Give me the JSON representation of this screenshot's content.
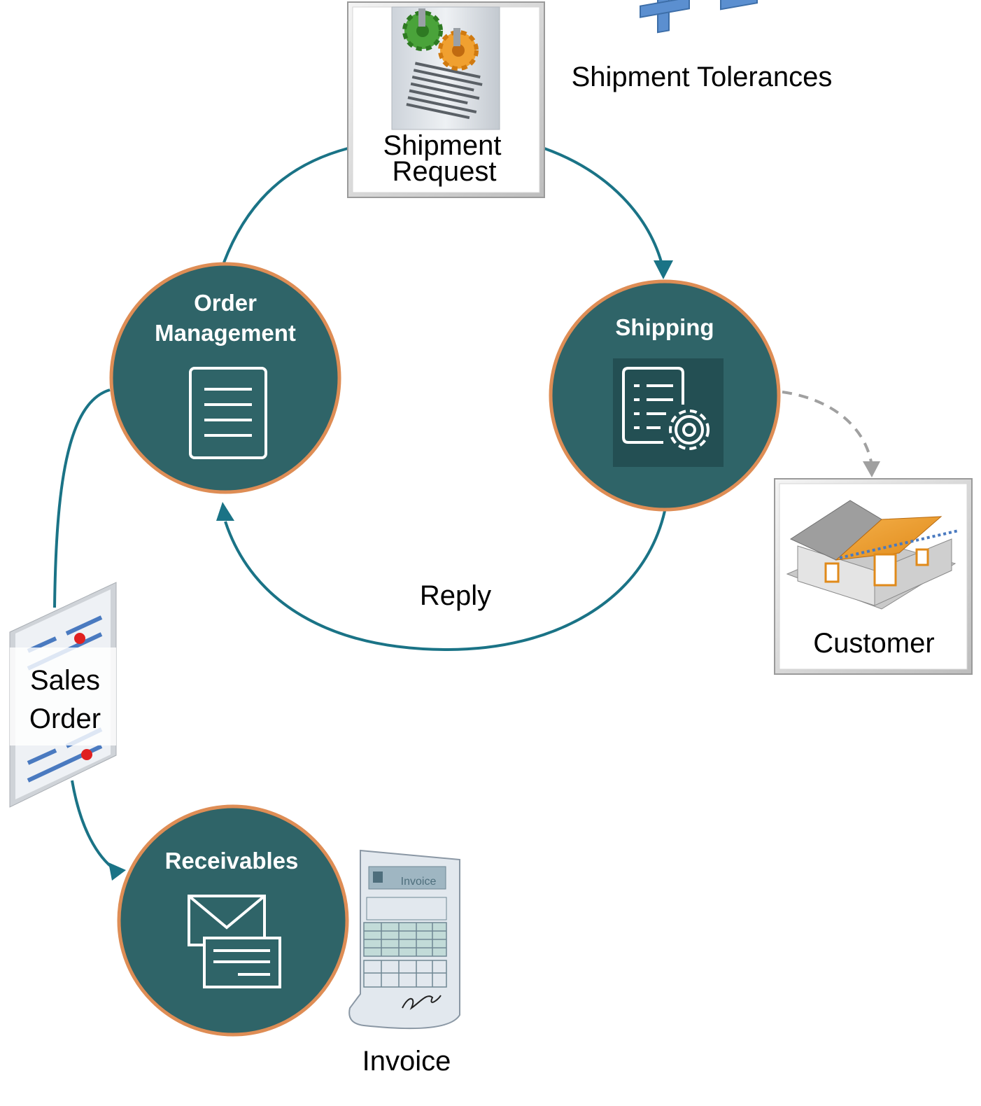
{
  "nodes": {
    "order_management": {
      "line1": "Order",
      "line2": "Management"
    },
    "shipping": {
      "label": "Shipping"
    },
    "receivables": {
      "label": "Receivables"
    }
  },
  "artifacts": {
    "shipment_request": {
      "line1": "Shipment",
      "line2": "Request"
    },
    "customer": {
      "label": "Customer"
    },
    "sales_order": {
      "line1": "Sales",
      "line2": "Order"
    },
    "invoice": {
      "label": "Invoice",
      "form_title": "Invoice"
    }
  },
  "annotations": {
    "shipment_tolerances": "Shipment Tolerances",
    "reply": "Reply"
  },
  "colors": {
    "node_fill": "#2f6468",
    "node_border": "#de8d55",
    "connector": "#1a7386",
    "dashed_connector": "#a0a0a0",
    "tolerance_symbols": "#5b8fd0"
  },
  "icons": {
    "order_management": "document-lines-icon",
    "shipping": "document-gear-icon",
    "receivables": "envelope-card-icon",
    "shipment_request": "gears-document-icon",
    "customer": "house-icon",
    "sales_order": "form-icon",
    "invoice": "invoice-form-icon",
    "tolerances": "plus-minus-icon"
  }
}
